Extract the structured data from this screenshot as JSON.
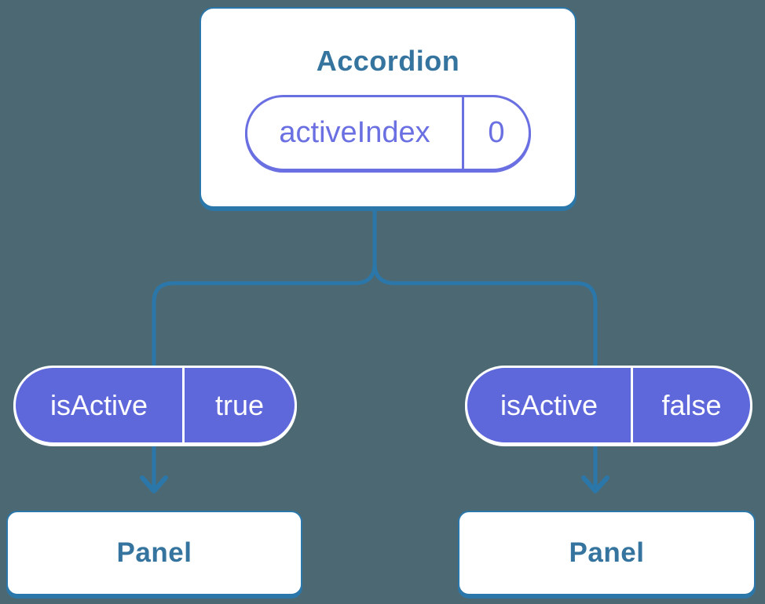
{
  "colors": {
    "background": "#4C6973",
    "line_blue": "#2B77AA",
    "node_text_blue": "#35749E",
    "pill_purple_fill": "#5F68DB",
    "pill_purple_accent": "#6A6FE2",
    "pill_text_white": "#FFFFFF"
  },
  "tree": {
    "root": {
      "title": "Accordion",
      "state_pill": {
        "name": "activeIndex",
        "value": "0"
      }
    },
    "branches": [
      {
        "prop_pill": {
          "name": "isActive",
          "value": "true"
        },
        "child": {
          "title": "Panel"
        }
      },
      {
        "prop_pill": {
          "name": "isActive",
          "value": "false"
        },
        "child": {
          "title": "Panel"
        }
      }
    ]
  }
}
